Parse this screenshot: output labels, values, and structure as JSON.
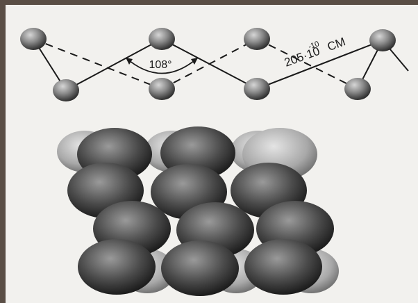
{
  "labels": {
    "angle": "108°",
    "bond_length_base": "205·10",
    "bond_length_exp": "-10",
    "bond_length_unit": "СМ"
  },
  "colors": {
    "frame": "#5a4e45",
    "paper": "#f2f1ee",
    "bond": "#1a1a1a",
    "atom_light": "#bdbdbd",
    "atom_dark": "#1e1e1e"
  }
}
